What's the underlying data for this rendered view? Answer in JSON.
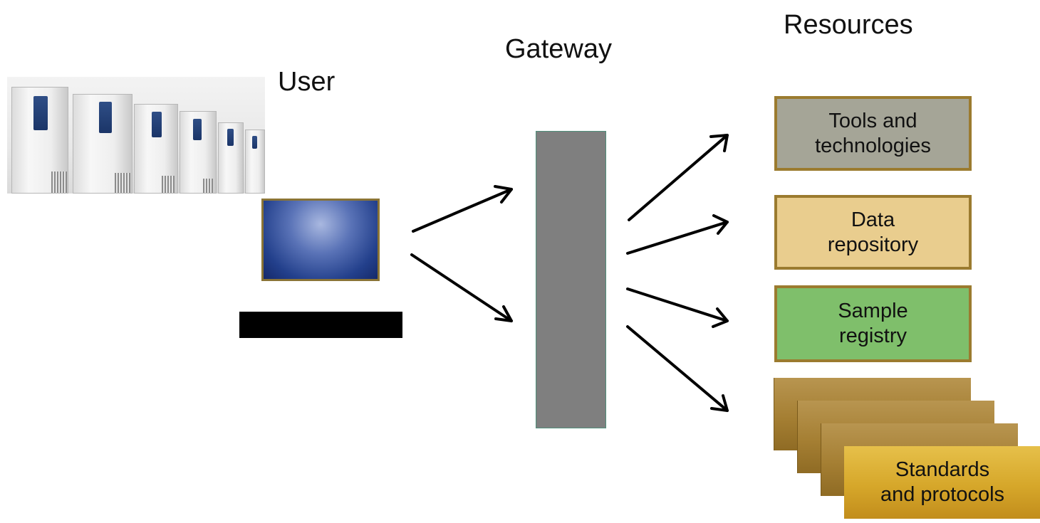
{
  "titles": {
    "user": "User",
    "gateway": "Gateway",
    "resources": "Resources"
  },
  "resources": [
    {
      "line1": "Tools and",
      "line2": "technologies",
      "color": "#a5a597"
    },
    {
      "line1": "Data",
      "line2": "repository",
      "color": "#e9cd8e"
    },
    {
      "line1": "Sample",
      "line2": "registry",
      "color": "#7fbf6b"
    },
    {
      "line1": "Standards",
      "line2": "and protocols",
      "color": "#d6a72a"
    }
  ],
  "colors": {
    "gateway": "#7f7f7f",
    "box_border": "#9b7b2f",
    "keyboard": "#000000",
    "screen": "#23408c"
  },
  "images": {
    "photo": "freezer-row-photo"
  }
}
